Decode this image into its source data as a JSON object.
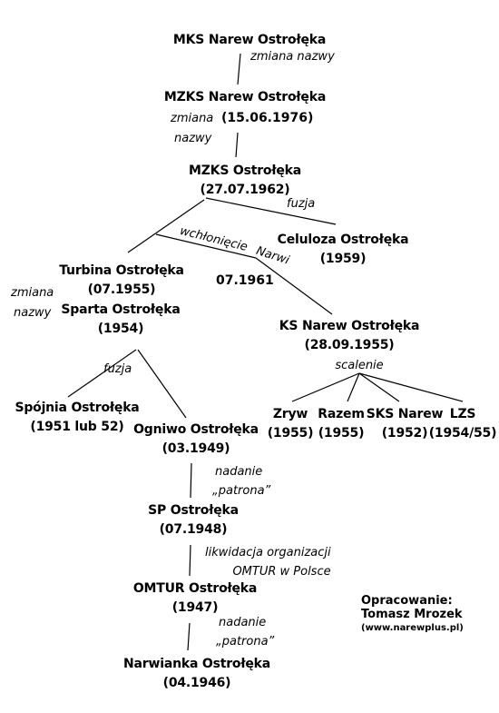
{
  "nodes": {
    "mks_narew": {
      "name": "MKS Narew Ostrołęka"
    },
    "mzks_narew": {
      "name": "MZKS Narew Ostrołęka",
      "date": "(15.06.1976)"
    },
    "mzks": {
      "name": "MZKS Ostrołęka",
      "date": "(27.07.1962)"
    },
    "celuloza": {
      "name": "Celuloza Ostrołęka",
      "date": "(1959)"
    },
    "turbina": {
      "name": "Turbina Ostrołęka",
      "date": "(07.1955)"
    },
    "sparta": {
      "name": "Sparta Ostrołęka",
      "date": "(1954)"
    },
    "ks_narew": {
      "name": "KS Narew Ostrołęka",
      "date": "(28.09.1955)"
    },
    "spojnia": {
      "name": "Spójnia Ostrołęka",
      "date": "(1951 lub 52)"
    },
    "ogniwo": {
      "name": "Ogniwo Ostrołęka",
      "date": "(03.1949)"
    },
    "zryw": {
      "name": "Zryw",
      "date": "(1955)"
    },
    "razem": {
      "name": "Razem",
      "date": "(1955)"
    },
    "sks_narew": {
      "name": "SKS Narew",
      "date": "(1952)"
    },
    "lzs": {
      "name": "LZS",
      "date": "(1954/55)"
    },
    "sp": {
      "name": "SP Ostrołęka",
      "date": "(07.1948)"
    },
    "omtur": {
      "name": "OMTUR Ostrołęka",
      "date": "(1947)"
    },
    "narwianka": {
      "name": "Narwianka Ostrołęka",
      "date": "(04.1946)"
    }
  },
  "notes": {
    "zmiana_nazwy_1": "zmiana nazwy",
    "zmiana_2a": "zmiana",
    "zmiana_2b": "nazwy",
    "fuzja_1": "fuzja",
    "wchloniecie_a": "wchłonięcie",
    "wchloniecie_b": "Narwi",
    "wchloniecie_date": "07.1961",
    "zmiana_3a": "zmiana",
    "zmiana_3b": "nazwy",
    "fuzja_2": "fuzja",
    "scalenie": "scalenie",
    "nadanie_1a": "nadanie",
    "nadanie_1b": "„patrona”",
    "likwidacja_a": "likwidacja organizacji",
    "likwidacja_b": "OMTUR w Polsce",
    "nadanie_2a": "nadanie",
    "nadanie_2b": "„patrona”"
  },
  "credit": {
    "line1": "Opracowanie:",
    "line2": "Tomasz Mrozek",
    "url": "(www.narewplus.pl)"
  }
}
